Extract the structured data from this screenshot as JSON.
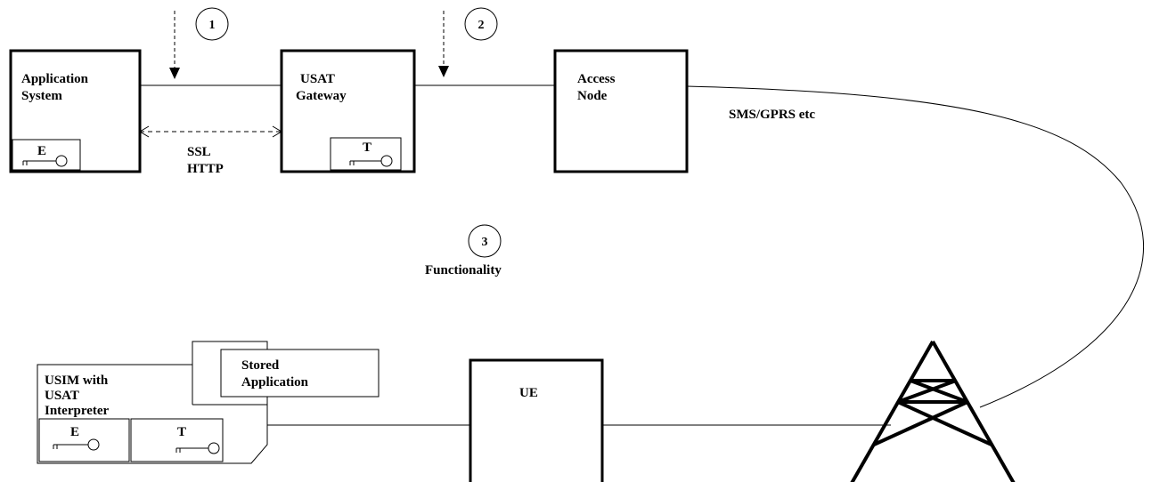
{
  "boxes": {
    "application_system": {
      "line1": "Application",
      "line2": "System",
      "key_label": "E"
    },
    "usat_gateway": {
      "line1": "USAT",
      "line2": "Gateway",
      "key_label": "T"
    },
    "access_node": {
      "line1": "Access",
      "line2": "Node"
    },
    "ue": {
      "label": "UE"
    },
    "stored_application": {
      "line1": "Stored",
      "line2": "Application"
    },
    "usim": {
      "line1": "USIM with",
      "line2": "USAT",
      "line3": "Interpreter",
      "key_e": "E",
      "key_t": "T"
    }
  },
  "labels": {
    "ssl": "SSL",
    "http": "HTTP",
    "sms_gprs": "SMS/GPRS etc",
    "functionality": "Functionality"
  },
  "markers": {
    "m1": "1",
    "m2": "2",
    "m3": "3"
  }
}
